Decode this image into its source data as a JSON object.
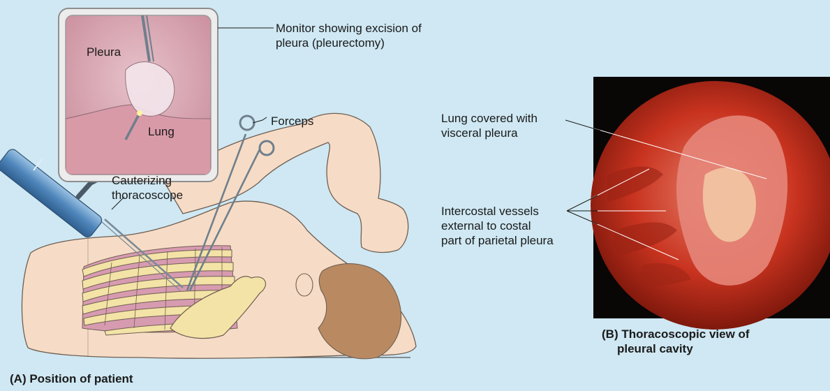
{
  "panel_a": {
    "monitor_callout_line1": "Monitor showing excision of",
    "monitor_callout_line2": "pleura (pleurectomy)",
    "monitor_pleura": "Pleura",
    "monitor_lung": "Lung",
    "forceps": "Forceps",
    "thoracoscope_line1": "Cauterizing",
    "thoracoscope_line2": "thoracoscope",
    "caption": "(A) Position of patient"
  },
  "panel_b": {
    "lung_line1": "Lung covered with",
    "lung_line2": "visceral pleura",
    "vessels_line1": "Intercostal vessels",
    "vessels_line2": "external to costal",
    "vessels_line3": "part of parietal pleura",
    "caption_line1": "(B) Thoracoscopic view of",
    "caption_line2": "pleural cavity"
  },
  "colors": {
    "background": "#cfe8f3",
    "skin": "#f6dcc6",
    "rib": "#f3e3a6",
    "intercostal": "#d79bb0",
    "hair": "#b98a62",
    "instrument": "#8fa0ad",
    "scope_body": "#5f95c6",
    "tissue_red": "#c0281c"
  }
}
